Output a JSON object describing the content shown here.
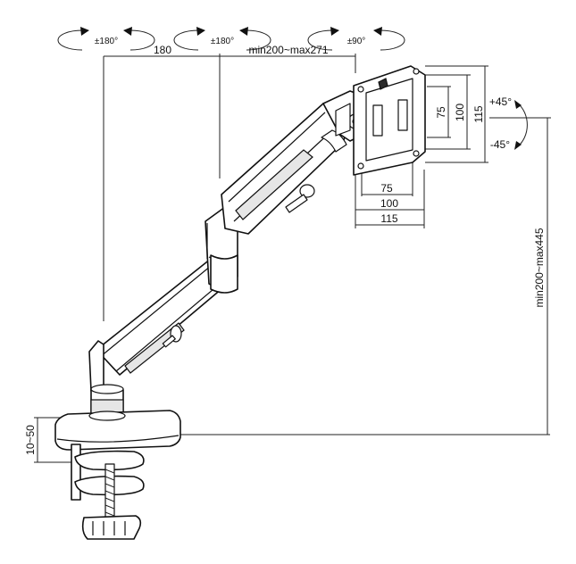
{
  "rotations": {
    "base": "±180°",
    "elbow": "±180°",
    "head": "±90°"
  },
  "tilt": {
    "up": "+45°",
    "down": "-45°"
  },
  "dimensions": {
    "reach_base_elbow": "180",
    "reach_elbow_head": "min200~max271",
    "height": "min200~max445",
    "clamp": "10~50",
    "vesa_h_75": "75",
    "vesa_h_100": "100",
    "vesa_h_115": "115",
    "vesa_v_75": "75",
    "vesa_v_100": "100",
    "vesa_v_115": "115"
  }
}
